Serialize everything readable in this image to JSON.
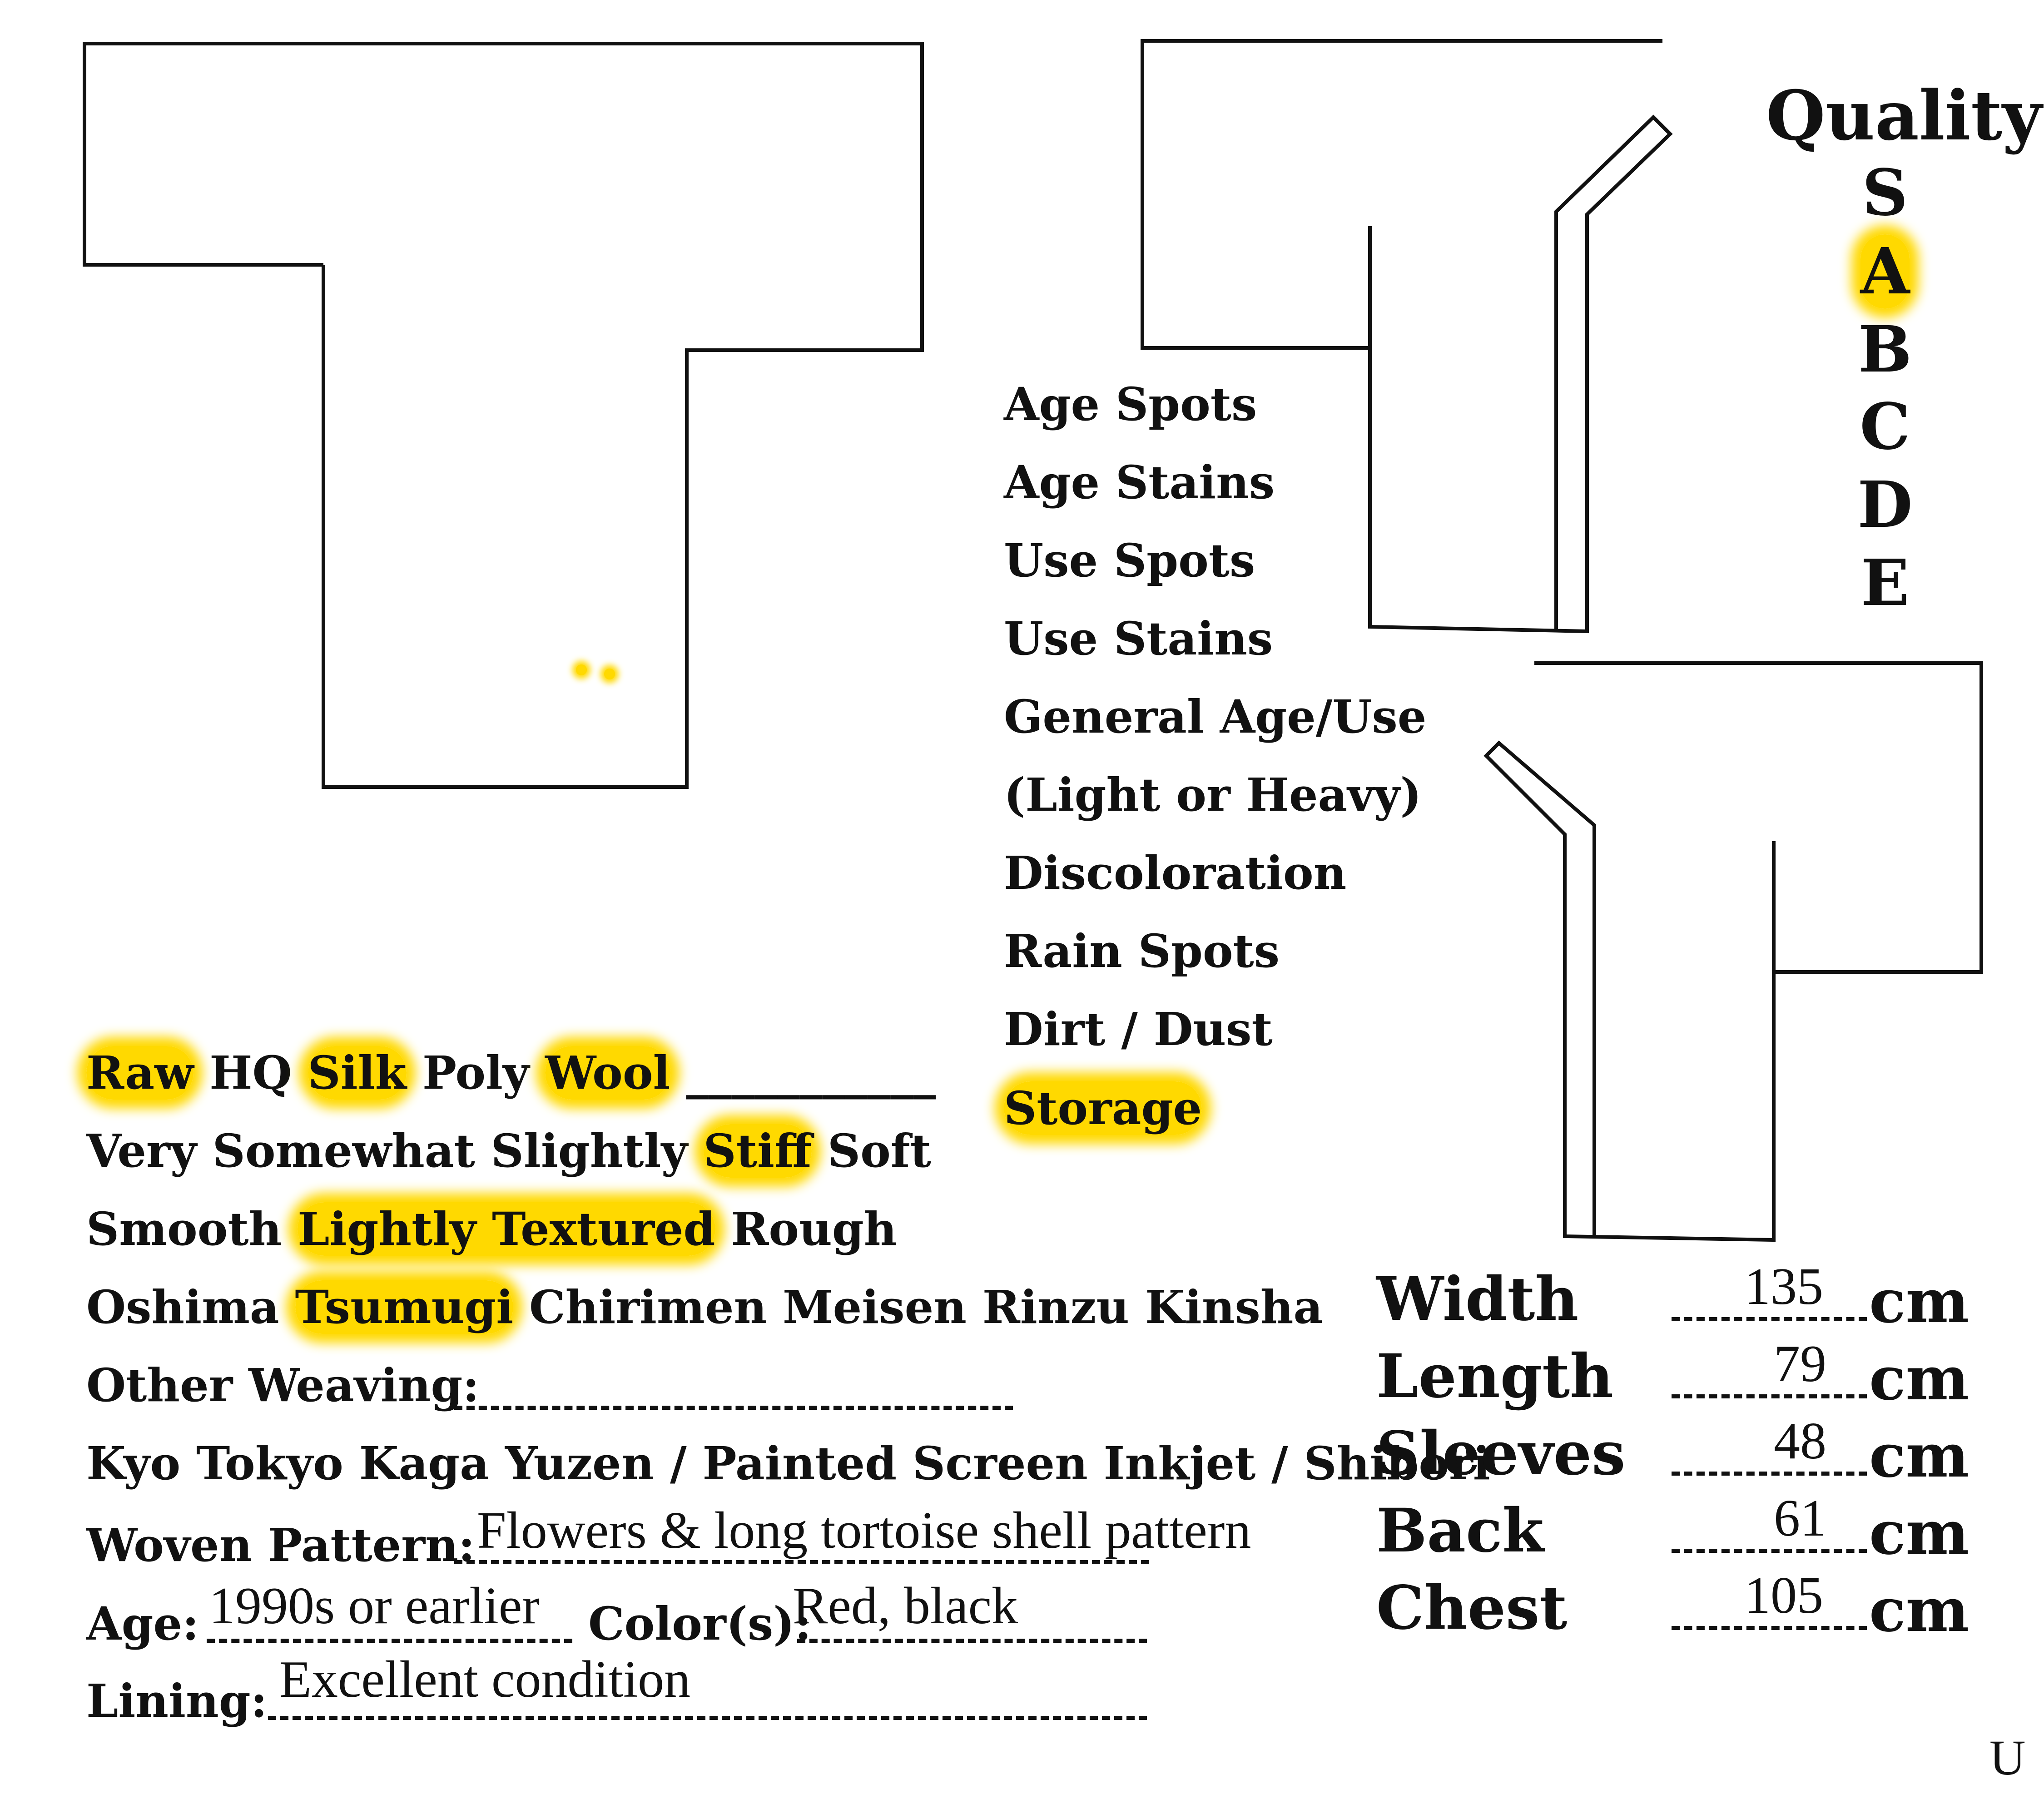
{
  "quality": {
    "title": "Quality",
    "grades": [
      "S",
      "A",
      "B",
      "C",
      "D",
      "E"
    ],
    "selected": "A"
  },
  "flaws": {
    "items": [
      "Age Spots",
      "Age Stains",
      "Use Spots",
      "Use Stains",
      "General Age/Use",
      "(Light or Heavy)",
      "Discoloration",
      "Rain Spots",
      "Dirt / Dust",
      "Storage"
    ],
    "highlighted": [
      "Storage"
    ]
  },
  "material": {
    "options": [
      "Raw",
      "HQ",
      "Silk",
      "Poly",
      "Wool"
    ],
    "blank": "___________"
  },
  "stiffness": {
    "options": [
      "Very",
      "Somewhat",
      "Slightly",
      "Stiff",
      "Soft"
    ]
  },
  "texture": {
    "options": [
      "Smooth",
      "Lightly Textured",
      "Rough"
    ]
  },
  "weave": {
    "options": [
      "Oshima",
      "Tsumugi",
      "Chirimen",
      "Meisen",
      "Rinzu",
      "Kinsha"
    ]
  },
  "other_weaving": {
    "label": "Other Weaving:",
    "value": ""
  },
  "dye": {
    "text": "Kyo Tokyo Kaga Yuzen / Painted Screen Inkjet / Shibori"
  },
  "woven_pattern": {
    "label": "Woven Pattern:",
    "value": "Flowers & long tortoise shell pattern"
  },
  "age": {
    "label": "Age:",
    "value": "1990s or earlier"
  },
  "colors": {
    "label": "Color(s):",
    "value": "Red, black"
  },
  "lining": {
    "label": "Lining:",
    "value": "Excellent condition"
  },
  "measurements": {
    "unit": "cm",
    "rows": [
      {
        "label": "Width",
        "value": "135"
      },
      {
        "label": "Length",
        "value": "79"
      },
      {
        "label": "Sleeves",
        "value": "48"
      },
      {
        "label": "Back",
        "value": "61"
      },
      {
        "label": "Chest",
        "value": "105"
      }
    ]
  },
  "corner_mark": "U",
  "highlight_color": "#ffd900"
}
